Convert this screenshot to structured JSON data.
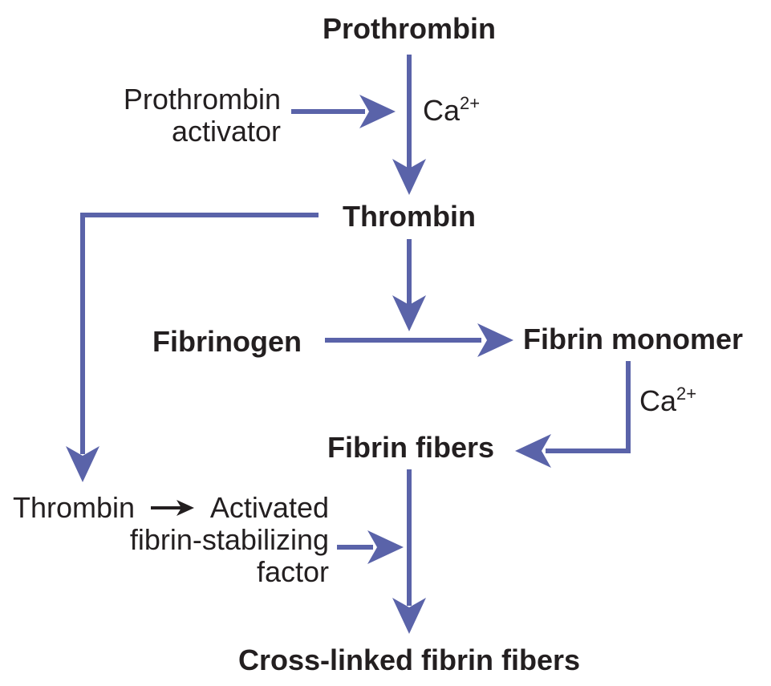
{
  "diagram": {
    "nodes": {
      "prothrombin": "Prothrombin",
      "prothrombin_activator": [
        "Prothrombin",
        "activator"
      ],
      "thrombin": "Thrombin",
      "fibrinogen": "Fibrinogen",
      "fibrin_monomer": "Fibrin monomer",
      "fibrin_fibers": "Fibrin fibers",
      "thrombin_activation": {
        "source": "Thrombin",
        "product": [
          "Activated",
          "fibrin-stabilizing",
          "factor"
        ]
      },
      "cross_linked": "Cross-linked fibrin fibers"
    },
    "cofactor": {
      "base": "Ca",
      "charge": "2+"
    },
    "colors": {
      "arrow": "#5a63a9",
      "text": "#231f20"
    }
  }
}
